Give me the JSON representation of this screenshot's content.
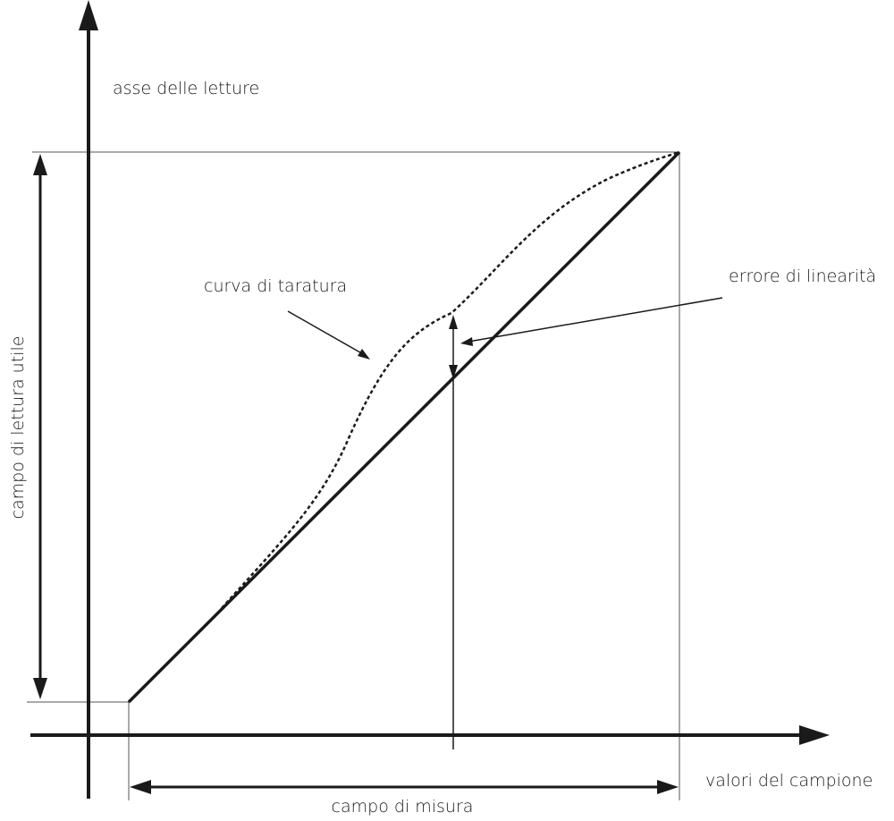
{
  "labels": {
    "y_axis": "asse delle letture",
    "x_axis": "valori del campione",
    "reading_range": "campo di lettura utile",
    "measuring_range": "campo di misura",
    "calibration_curve": "curva di taratura",
    "linearity_error": "errore di linearità"
  },
  "colors": {
    "ink": "#1a1a1a",
    "guide": "#555555"
  }
}
